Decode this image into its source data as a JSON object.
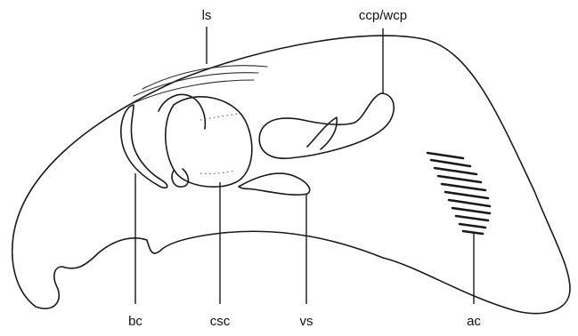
{
  "labels": {
    "ls": "ls",
    "ccp_wcp": "ccp/wcp",
    "bc": "bc",
    "csc": "csc",
    "vs": "vs",
    "ac": "ac"
  }
}
